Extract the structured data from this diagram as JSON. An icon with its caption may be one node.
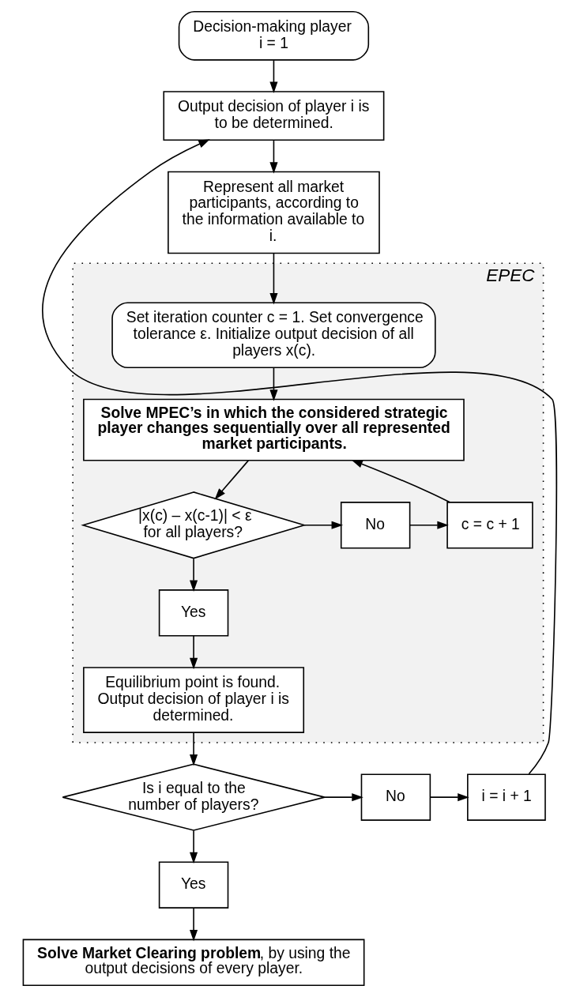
{
  "diagram": {
    "nodes": [
      {
        "text": [
          "Decision-making player i = 1"
        ]
      },
      {
        "text": [
          "Output decision of player i is to be determined."
        ]
      },
      {
        "text": [
          "Represent all market participants, according to the information available to i."
        ]
      },
      {
        "text": [
          "EPEC"
        ]
      },
      {
        "text": [
          "Set iteration counter c = 1. Set convergence tolerance ε. Initialize output decision of all players x(c)."
        ],
        "in": 3
      },
      {
        "text": [
          "Solve MPEC’s in which the considered strategic player changes sequentially over all represented market participants."
        ],
        "in": 3
      },
      {
        "text": [
          "|x(c) – x(c-1)| < ε for all players?"
        ],
        "in": 3
      },
      {
        "text": [
          "No"
        ],
        "in": 3
      },
      {
        "text": [
          "c = c + 1"
        ],
        "in": 3
      },
      {
        "text": [
          "Yes"
        ],
        "in": 3
      },
      {
        "text": [
          "Equilibrium point is found. Output decision of player i is determined."
        ],
        "in": 3
      },
      {
        "text": [
          "Is i equal to the number of players?"
        ]
      },
      {
        "text": [
          "No"
        ]
      },
      {
        "text": [
          "i = i + 1"
        ]
      },
      {
        "text": [
          "Yes"
        ]
      },
      {
        "text": [
          "**Solve Market Clearing problem**, by using the output decisions of every player."
        ]
      }
    ],
    "edges": [
      {
        "from": 0,
        "to": 1,
        "arrow": "to"
      },
      {
        "from": 1,
        "to": 2,
        "arrow": "to"
      },
      {
        "from": 2,
        "to": 4,
        "arrow": "to"
      },
      {
        "from": 4,
        "to": 5,
        "arrow": "to"
      },
      {
        "from": 5,
        "to": 6,
        "arrow": "to"
      },
      {
        "from": 6,
        "to": 7,
        "arrow": "to"
      },
      {
        "from": 7,
        "to": 8,
        "arrow": "to"
      },
      {
        "from": 8,
        "to": 5,
        "arrow": "to"
      },
      {
        "from": 6,
        "to": 9,
        "arrow": "to"
      },
      {
        "from": 9,
        "to": 10,
        "arrow": "to"
      },
      {
        "from": 10,
        "to": 11,
        "arrow": "to"
      },
      {
        "from": 11,
        "to": 12,
        "arrow": "to"
      },
      {
        "from": 12,
        "to": 13,
        "arrow": "to"
      },
      {
        "from": 13,
        "to": 1,
        "arrow": "to"
      },
      {
        "from": 11,
        "to": 14,
        "arrow": "to"
      },
      {
        "from": 14,
        "to": 15,
        "arrow": "to"
      }
    ]
  }
}
